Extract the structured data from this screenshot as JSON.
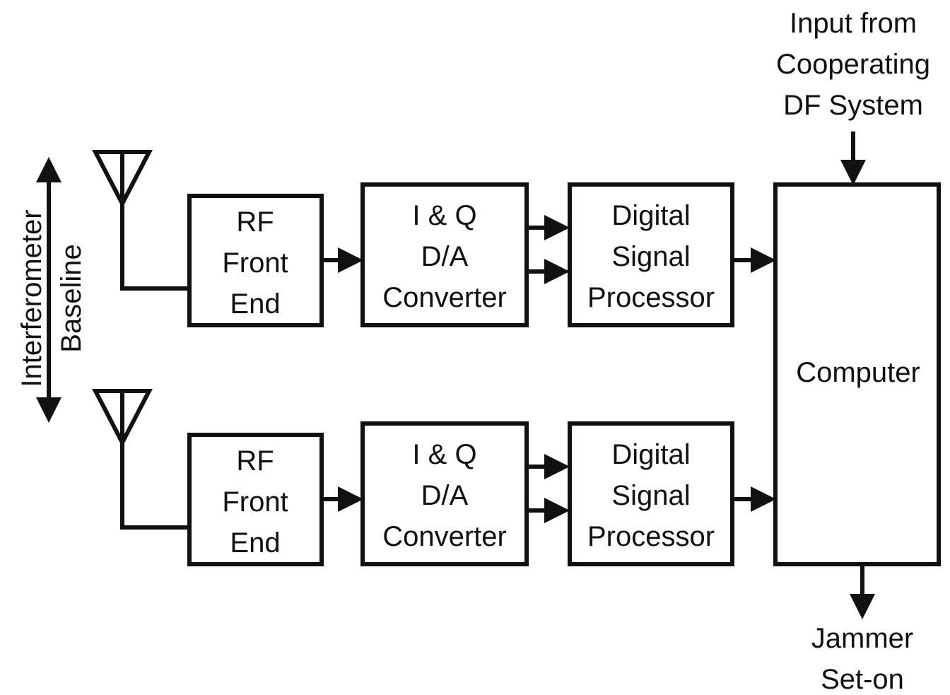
{
  "diagram": {
    "baseline_label": [
      "Interferometer",
      "Baseline"
    ],
    "channels": [
      {
        "rf_front_end": [
          "RF",
          "Front",
          "End"
        ],
        "iq_converter": [
          "I & Q",
          "D/A",
          "Converter"
        ],
        "dsp": [
          "Digital",
          "Signal",
          "Processor"
        ]
      },
      {
        "rf_front_end": [
          "RF",
          "Front",
          "End"
        ],
        "iq_converter": [
          "I & Q",
          "D/A",
          "Converter"
        ],
        "dsp": [
          "Digital",
          "Signal",
          "Processor"
        ]
      }
    ],
    "computer": "Computer",
    "input_label": [
      "Input from",
      "Cooperating",
      "DF System"
    ],
    "output_label": [
      "Jammer",
      "Set-on"
    ]
  }
}
